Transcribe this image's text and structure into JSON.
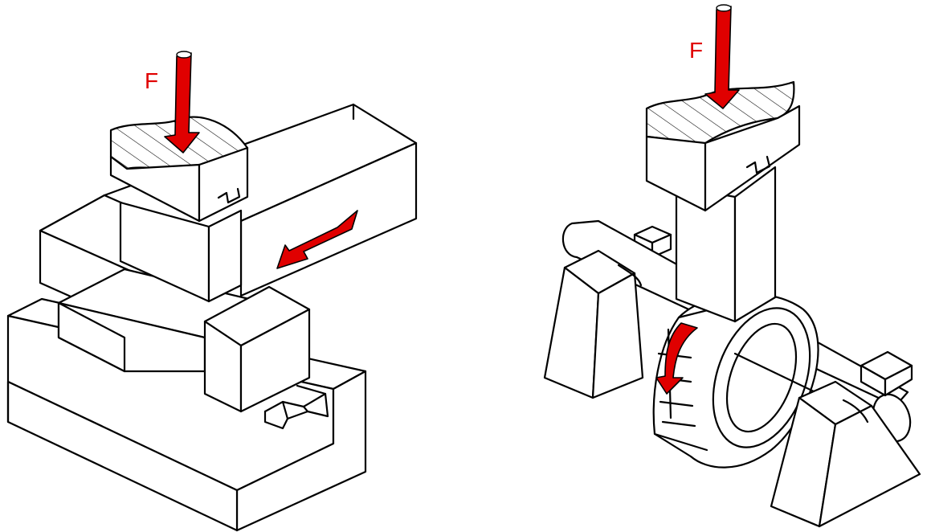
{
  "figures": [
    {
      "id": "left",
      "force_label": "F"
    },
    {
      "id": "right",
      "force_label": "F"
    }
  ],
  "colors": {
    "arrow": "#e00000",
    "line": "#000000",
    "background": "#ffffff"
  }
}
